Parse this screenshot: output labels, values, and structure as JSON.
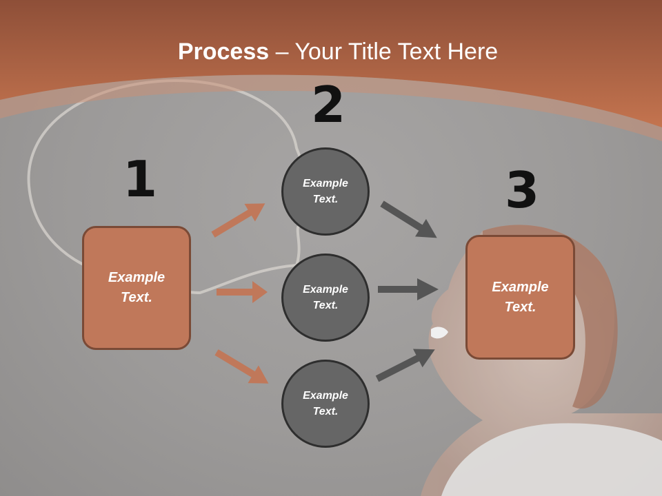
{
  "title": {
    "bold": "Process",
    "rest": " – Your Title Text Here"
  },
  "steps": {
    "one": "1",
    "two": "2",
    "three": "3"
  },
  "step1": {
    "text_line1": "Example",
    "text_line2": "Text."
  },
  "step2": [
    {
      "line1": "Example",
      "line2": "Text."
    },
    {
      "line1": "Example",
      "line2": "Text."
    },
    {
      "line1": "Example",
      "line2": "Text."
    }
  ],
  "step3": {
    "text_line1": "Example",
    "text_line2": "Text."
  },
  "colors": {
    "accent": "#c0785a",
    "header": "#b8674a",
    "circle": "#666666",
    "arrow_dark": "#555555"
  }
}
